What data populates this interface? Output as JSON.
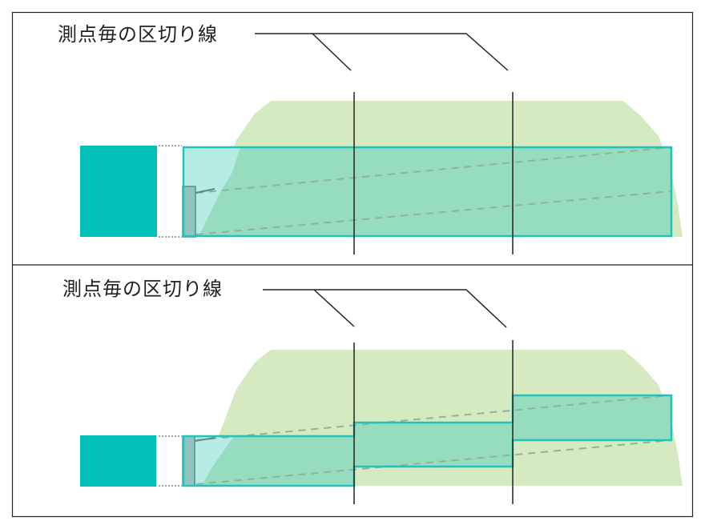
{
  "panels": [
    {
      "label": "測点毎の区切り線",
      "variant": "flat"
    },
    {
      "label": "測点毎の区切り線",
      "variant": "stepped"
    }
  ],
  "colors": {
    "frame": "#222222",
    "teal_block": "#00c0b8",
    "teal_outline": "#1fc3b9",
    "fill_region": "#96dcbe",
    "hill": "#d6eac2",
    "dashed": "#8fb39a",
    "wall": "#5d8a87"
  }
}
